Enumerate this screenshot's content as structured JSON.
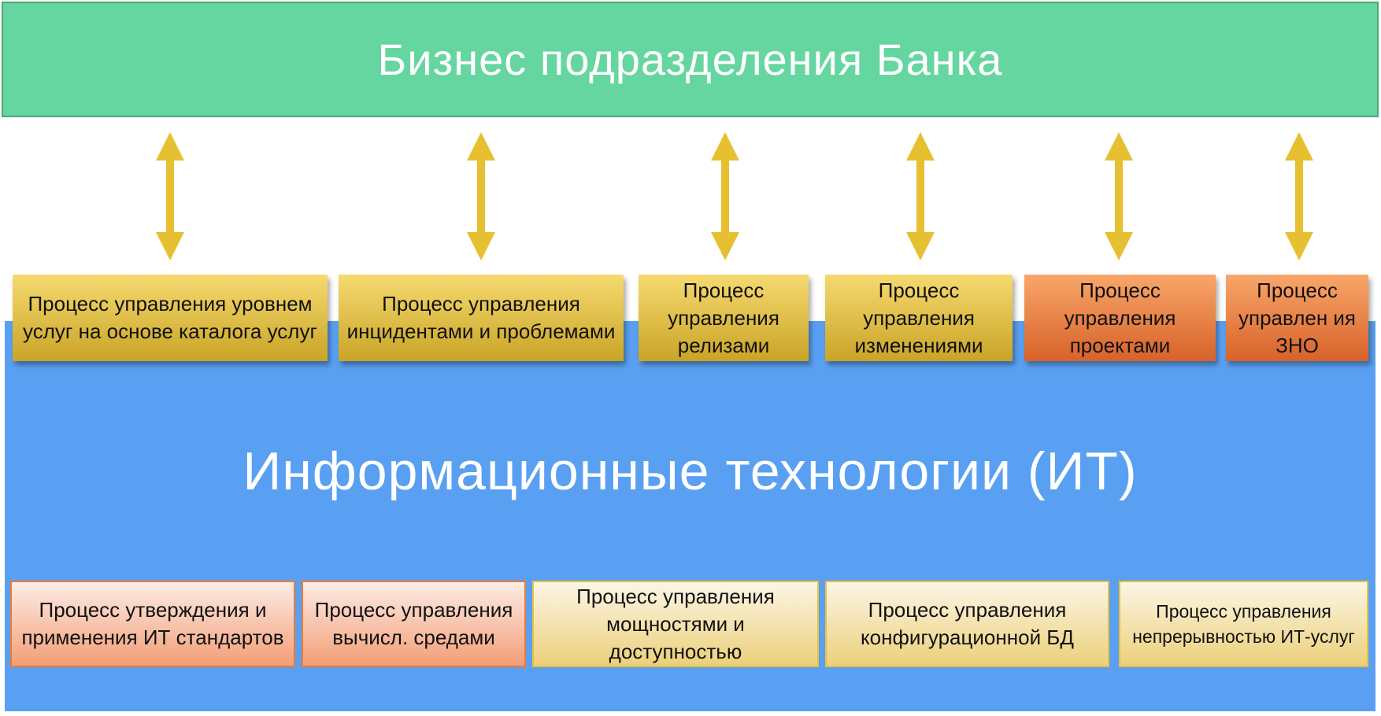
{
  "top_title": "Бизнес подразделения Банка",
  "it_title": "Информационные технологии (ИТ)",
  "arrow_color": "#e6c030",
  "top_processes": [
    "Процесс управления уровнем услуг на основе каталога услуг",
    "Процесс управления инцидентами и проблемами",
    "Процесс управления релизами",
    "Процесс управления изменениями",
    "Процесс управления проектами",
    "Процесс управлен ия ЗНО"
  ],
  "bottom_processes": [
    "Процесс утверждения и применения  ИТ стандартов",
    "Процесс управления вычисл. средами",
    "Процесс управления мощностями и доступностью",
    "Процесс управления конфигурационной БД",
    "Процесс управления непрерывностью ИТ-услуг"
  ]
}
